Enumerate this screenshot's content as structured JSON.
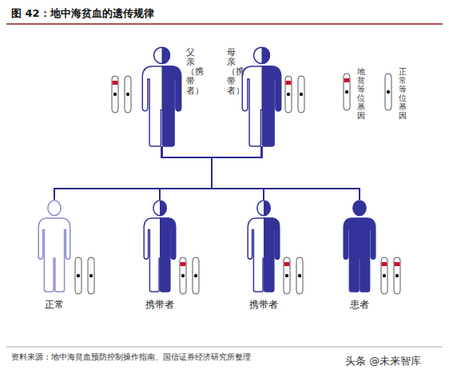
{
  "diagram": {
    "title": "图 42：地中海贫血的遗传规律",
    "caption": "资料来源：地中海贫血预防控制操作指南、国信证券经济研究所整理",
    "nodes": [
      {
        "text": [
          "父亲（携带者）"
        ]
      },
      {
        "text": [
          "母亲（携带者）"
        ]
      },
      {
        "text": [
          "正常"
        ]
      },
      {
        "text": [
          "携带者"
        ]
      },
      {
        "text": [
          "携带者"
        ]
      },
      {
        "text": [
          "患者"
        ]
      }
    ],
    "edges": [
      {
        "from": 0,
        "to": 2,
        "arrow": "none"
      },
      {
        "from": 0,
        "to": 3,
        "arrow": "none"
      },
      {
        "from": 0,
        "to": 4,
        "arrow": "none"
      },
      {
        "from": 0,
        "to": 5,
        "arrow": "none"
      },
      {
        "from": 1,
        "to": 2,
        "arrow": "none"
      },
      {
        "from": 1,
        "to": 3,
        "arrow": "none"
      },
      {
        "from": 1,
        "to": 4,
        "arrow": "none"
      },
      {
        "from": 1,
        "to": 5,
        "arrow": "none"
      }
    ],
    "labels": [
      "头条 @未来智库"
    ],
    "legend": [
      {
        "text": "地贫等位基因"
      },
      {
        "text": "正常等位基因"
      }
    ]
  }
}
